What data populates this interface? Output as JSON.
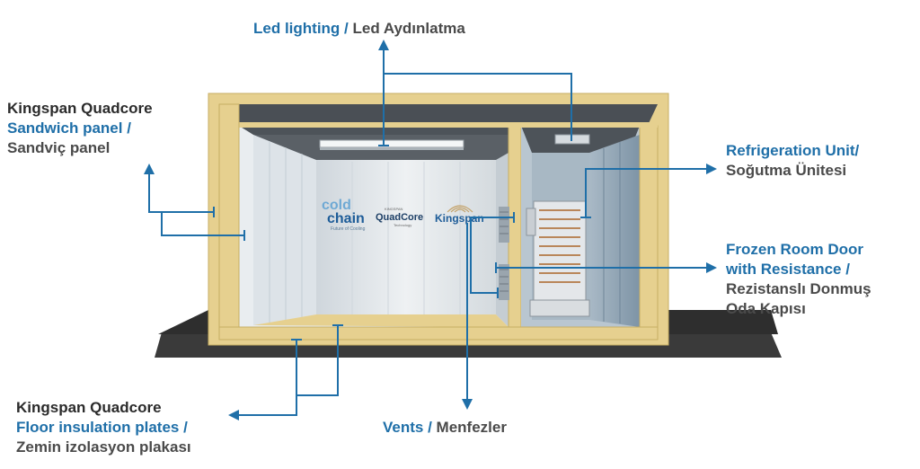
{
  "labels": {
    "led": {
      "en": "Led lighting /",
      "tr": "Led Aydınlatma"
    },
    "sandwich": {
      "en1": "Kingspan Quadcore",
      "en2": "Sandwich panel /",
      "tr": "Sandviç panel"
    },
    "refrigeration": {
      "en": "Refrigeration Unit/",
      "tr": "Soğutma Ünitesi"
    },
    "door": {
      "en1": "Frozen Room Door",
      "en2": "with Resistance /",
      "tr1": "Rezistanslı Donmuş",
      "tr2": "Oda Kapısı"
    },
    "floor": {
      "en1": "Kingspan Quadcore",
      "en2": "Floor insulation plates /",
      "tr": "Zemin izolasyon plakası"
    },
    "vents": {
      "en": "Vents /",
      "tr": "Menfezler"
    }
  },
  "logos": {
    "coldchain_1": "cold",
    "coldchain_2": "chain",
    "coldchain_tag": "Future of Cooling",
    "quadcore_small": "KINGSPAN",
    "quadcore": "QuadCore",
    "quadcore_tag": "Technology",
    "kingspan": "Kingspan"
  },
  "colors": {
    "accent_blue": "#1f6fa8",
    "frame_wood": "#e6d08f",
    "floor_dark": "#3a3a3a",
    "panel_grey": "#dde3e8"
  }
}
